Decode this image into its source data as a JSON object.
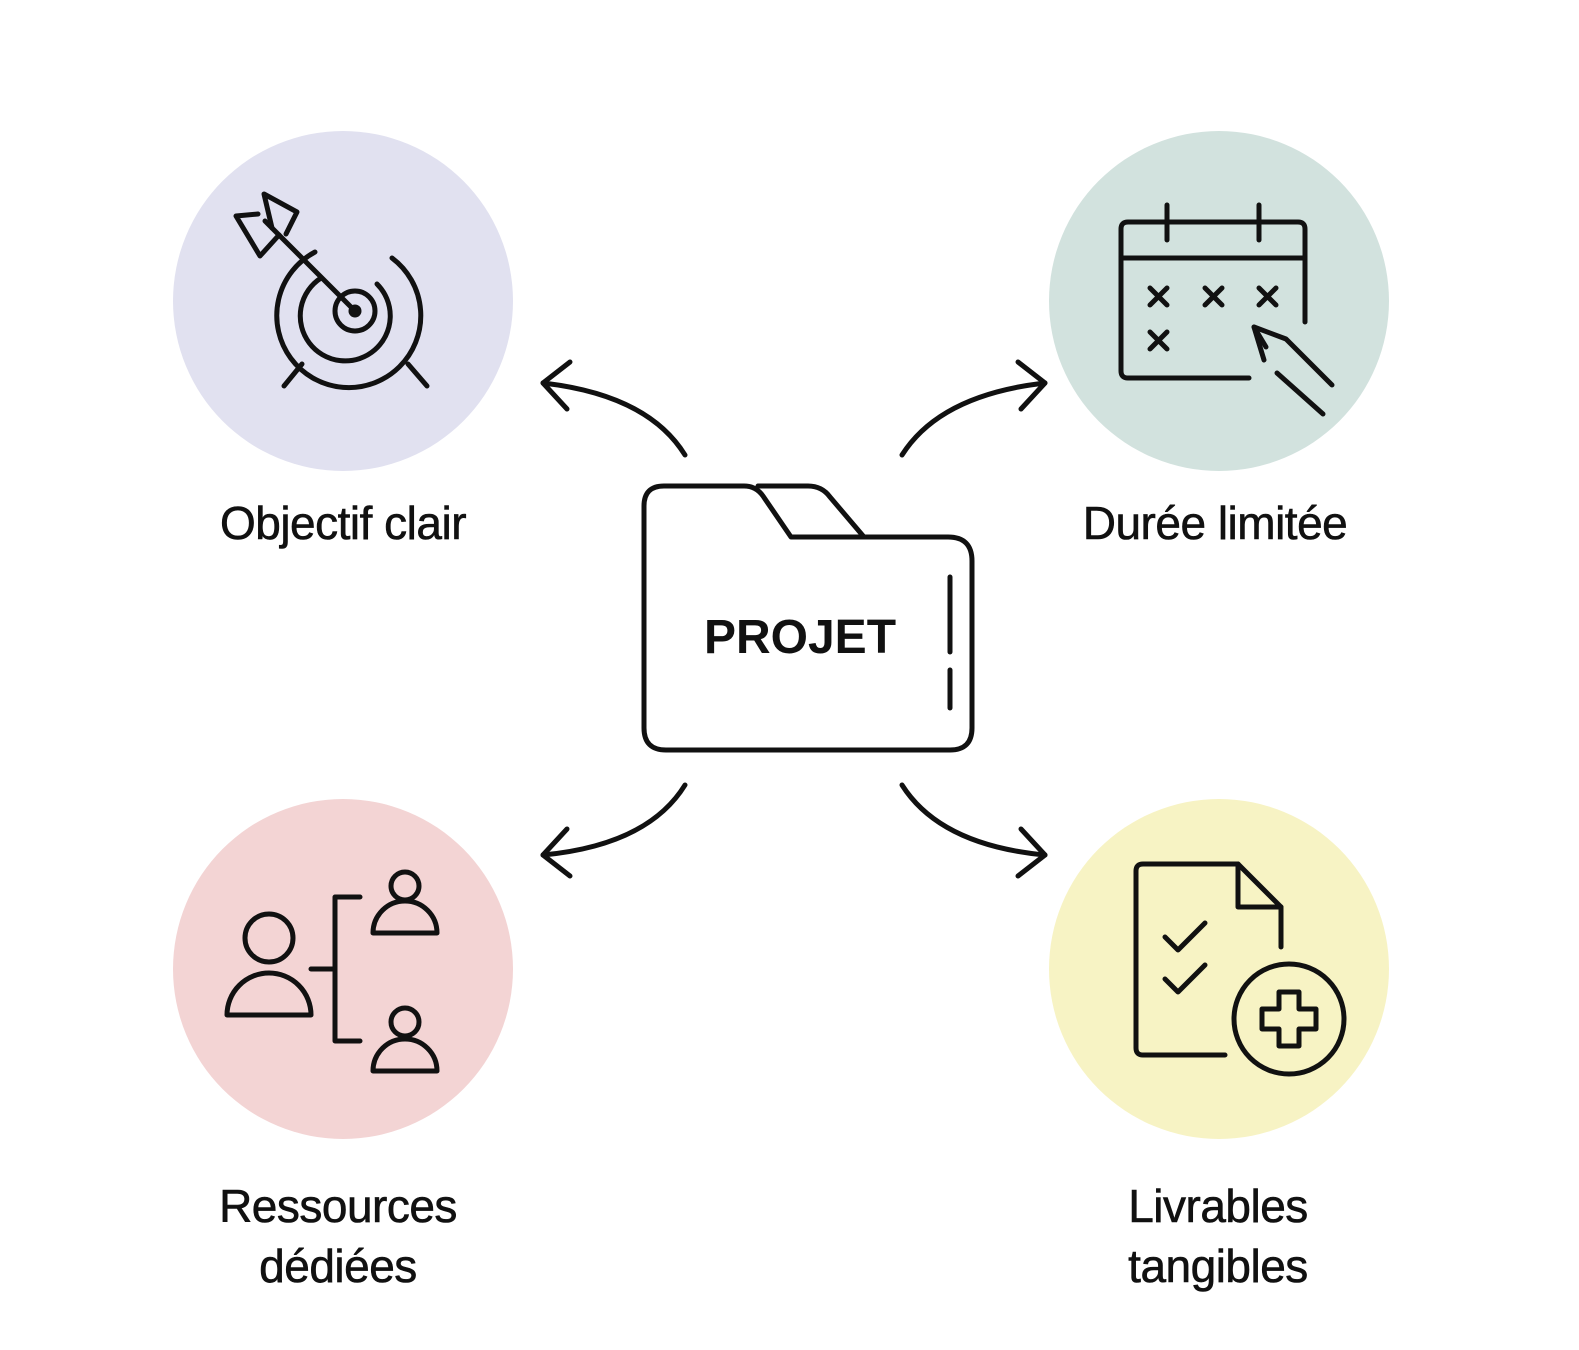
{
  "center": {
    "label": "PROJET"
  },
  "nodes": {
    "objective": {
      "label": "Objectif clair",
      "color": "#e1e1f0",
      "icon": "target-icon"
    },
    "duration": {
      "label": "Durée limitée",
      "color": "#d2e2de",
      "icon": "calendar-icon"
    },
    "resources": {
      "label_line1": "Ressources",
      "label_line2": "dédiées",
      "color": "#f3d4d4",
      "icon": "team-hierarchy-icon"
    },
    "deliverables": {
      "label_line1": "Livrables",
      "label_line2": "tangibles",
      "color": "#f7f3c4",
      "icon": "document-add-icon"
    }
  },
  "colors": {
    "stroke": "#111111",
    "background": "#ffffff"
  }
}
